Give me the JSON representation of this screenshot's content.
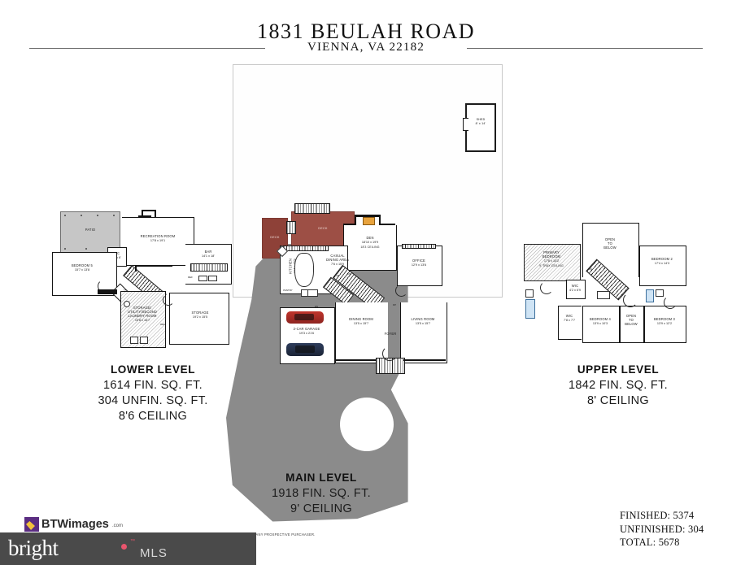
{
  "header": {
    "title": "1831 BEULAH ROAD",
    "subtitle": "VIENNA, VA 22182"
  },
  "site": {
    "shed": {
      "label": "SHED",
      "dim": "8' x 14'"
    }
  },
  "levels": [
    {
      "id": "lower",
      "caption": {
        "title": "LOWER LEVEL",
        "lines": [
          "1614 FIN. SQ. FT.",
          "304 UNFIN. SQ. FT.",
          "8'6 CEILING"
        ]
      },
      "rooms": [
        {
          "name": "PATIO",
          "dim": ""
        },
        {
          "name": "RECREATION ROOM",
          "dim": "17'8 x 19'1"
        },
        {
          "name": "BAR",
          "dim": "14'1 x 18'"
        },
        {
          "name": "WIC",
          "dim": "5'8 x 6'"
        },
        {
          "name": "BEDROOM 5",
          "dim": "15'7 x 13'8"
        },
        {
          "name": "STORAGE/ UTILITY/SECOND LAUNDRY ROOM",
          "dim": "15'8 x 16'7"
        },
        {
          "name": "STORAGE",
          "dim": "19'2 x 15'5"
        }
      ],
      "markers": [
        "UP",
        "DN",
        "HALL",
        "REF",
        "W",
        "D"
      ]
    },
    {
      "id": "main",
      "caption": {
        "title": "MAIN LEVEL",
        "lines": [
          "1918 FIN. SQ. FT.",
          "9' CEILING"
        ]
      },
      "rooms": [
        {
          "name": "DECK",
          "dim": ""
        },
        {
          "name": "DECK",
          "dim": ""
        },
        {
          "name": "DEN",
          "dim": "18'10 x 19'9",
          "ceiling": "18'3 CEILING"
        },
        {
          "name": "OFFICE",
          "dim": "12'9 x 13'6"
        },
        {
          "name": "KITCHEN",
          "dim": "14'4 x 15'9"
        },
        {
          "name": "CASUAL DINING AREA",
          "dim": "7'6 x 15'9"
        },
        {
          "name": "PANTRY",
          "dim": ""
        },
        {
          "name": "2-CAR GARAGE",
          "dim": "19'3 x 21'6"
        },
        {
          "name": "DINING ROOM",
          "dim": "13'5 x 15'7"
        },
        {
          "name": "LIVING ROOM",
          "dim": "13'5 x 15'7"
        },
        {
          "name": "FOYER",
          "dim": ""
        }
      ],
      "markers": [
        "UP",
        "DN",
        "UP",
        "DN",
        "UP",
        "F",
        "DP"
      ]
    },
    {
      "id": "upper",
      "caption": {
        "title": "UPPER LEVEL",
        "lines": [
          "1842 FIN. SQ. FT.",
          "8' CEILING"
        ]
      },
      "rooms": [
        {
          "name": "OPEN TO BELOW",
          "dim": ""
        },
        {
          "name": "PRIMARY BEDROOM",
          "dim": "17'8 x 14'2",
          "ceiling": "9' TRAY CEILING"
        },
        {
          "name": "BEDROOM 2",
          "dim": "17'4 x 14'3"
        },
        {
          "name": "WIC",
          "dim": "4'2 x 6'9"
        },
        {
          "name": "WIC",
          "dim": "7'8 x 7'7"
        },
        {
          "name": "BEDROOM 4",
          "dim": "13'9 x 10'3"
        },
        {
          "name": "OPEN TO BELOW",
          "dim": ""
        },
        {
          "name": "BEDROOM 3",
          "dim": "13'9 x 12'2"
        }
      ],
      "markers": [
        "DN."
      ]
    }
  ],
  "totals": {
    "finished": "FINISHED: 5374",
    "unfinished": "UNFINISHED: 304",
    "total": "TOTAL: 5678"
  },
  "watermarks": {
    "btw_images": "BTWimages",
    "btw_images_suffix": ".com",
    "disclaimer": "FOR MARKETING PURPOSE ONLY, AREA NOT TO SCALE AND SHOULD BE VIEWED WITH THIS IN MIND BY ANY PROSPECTIVE PURCHASER.",
    "mls_brand": "bright",
    "mls_suffix": "MLS"
  },
  "colors": {
    "deck": "#9d4f45",
    "driveway": "#8b8b8b",
    "patio": "#c6c6c6",
    "wall": "#131313",
    "mls_accent": "#e8556d",
    "btw_purple": "#5b2d82"
  }
}
